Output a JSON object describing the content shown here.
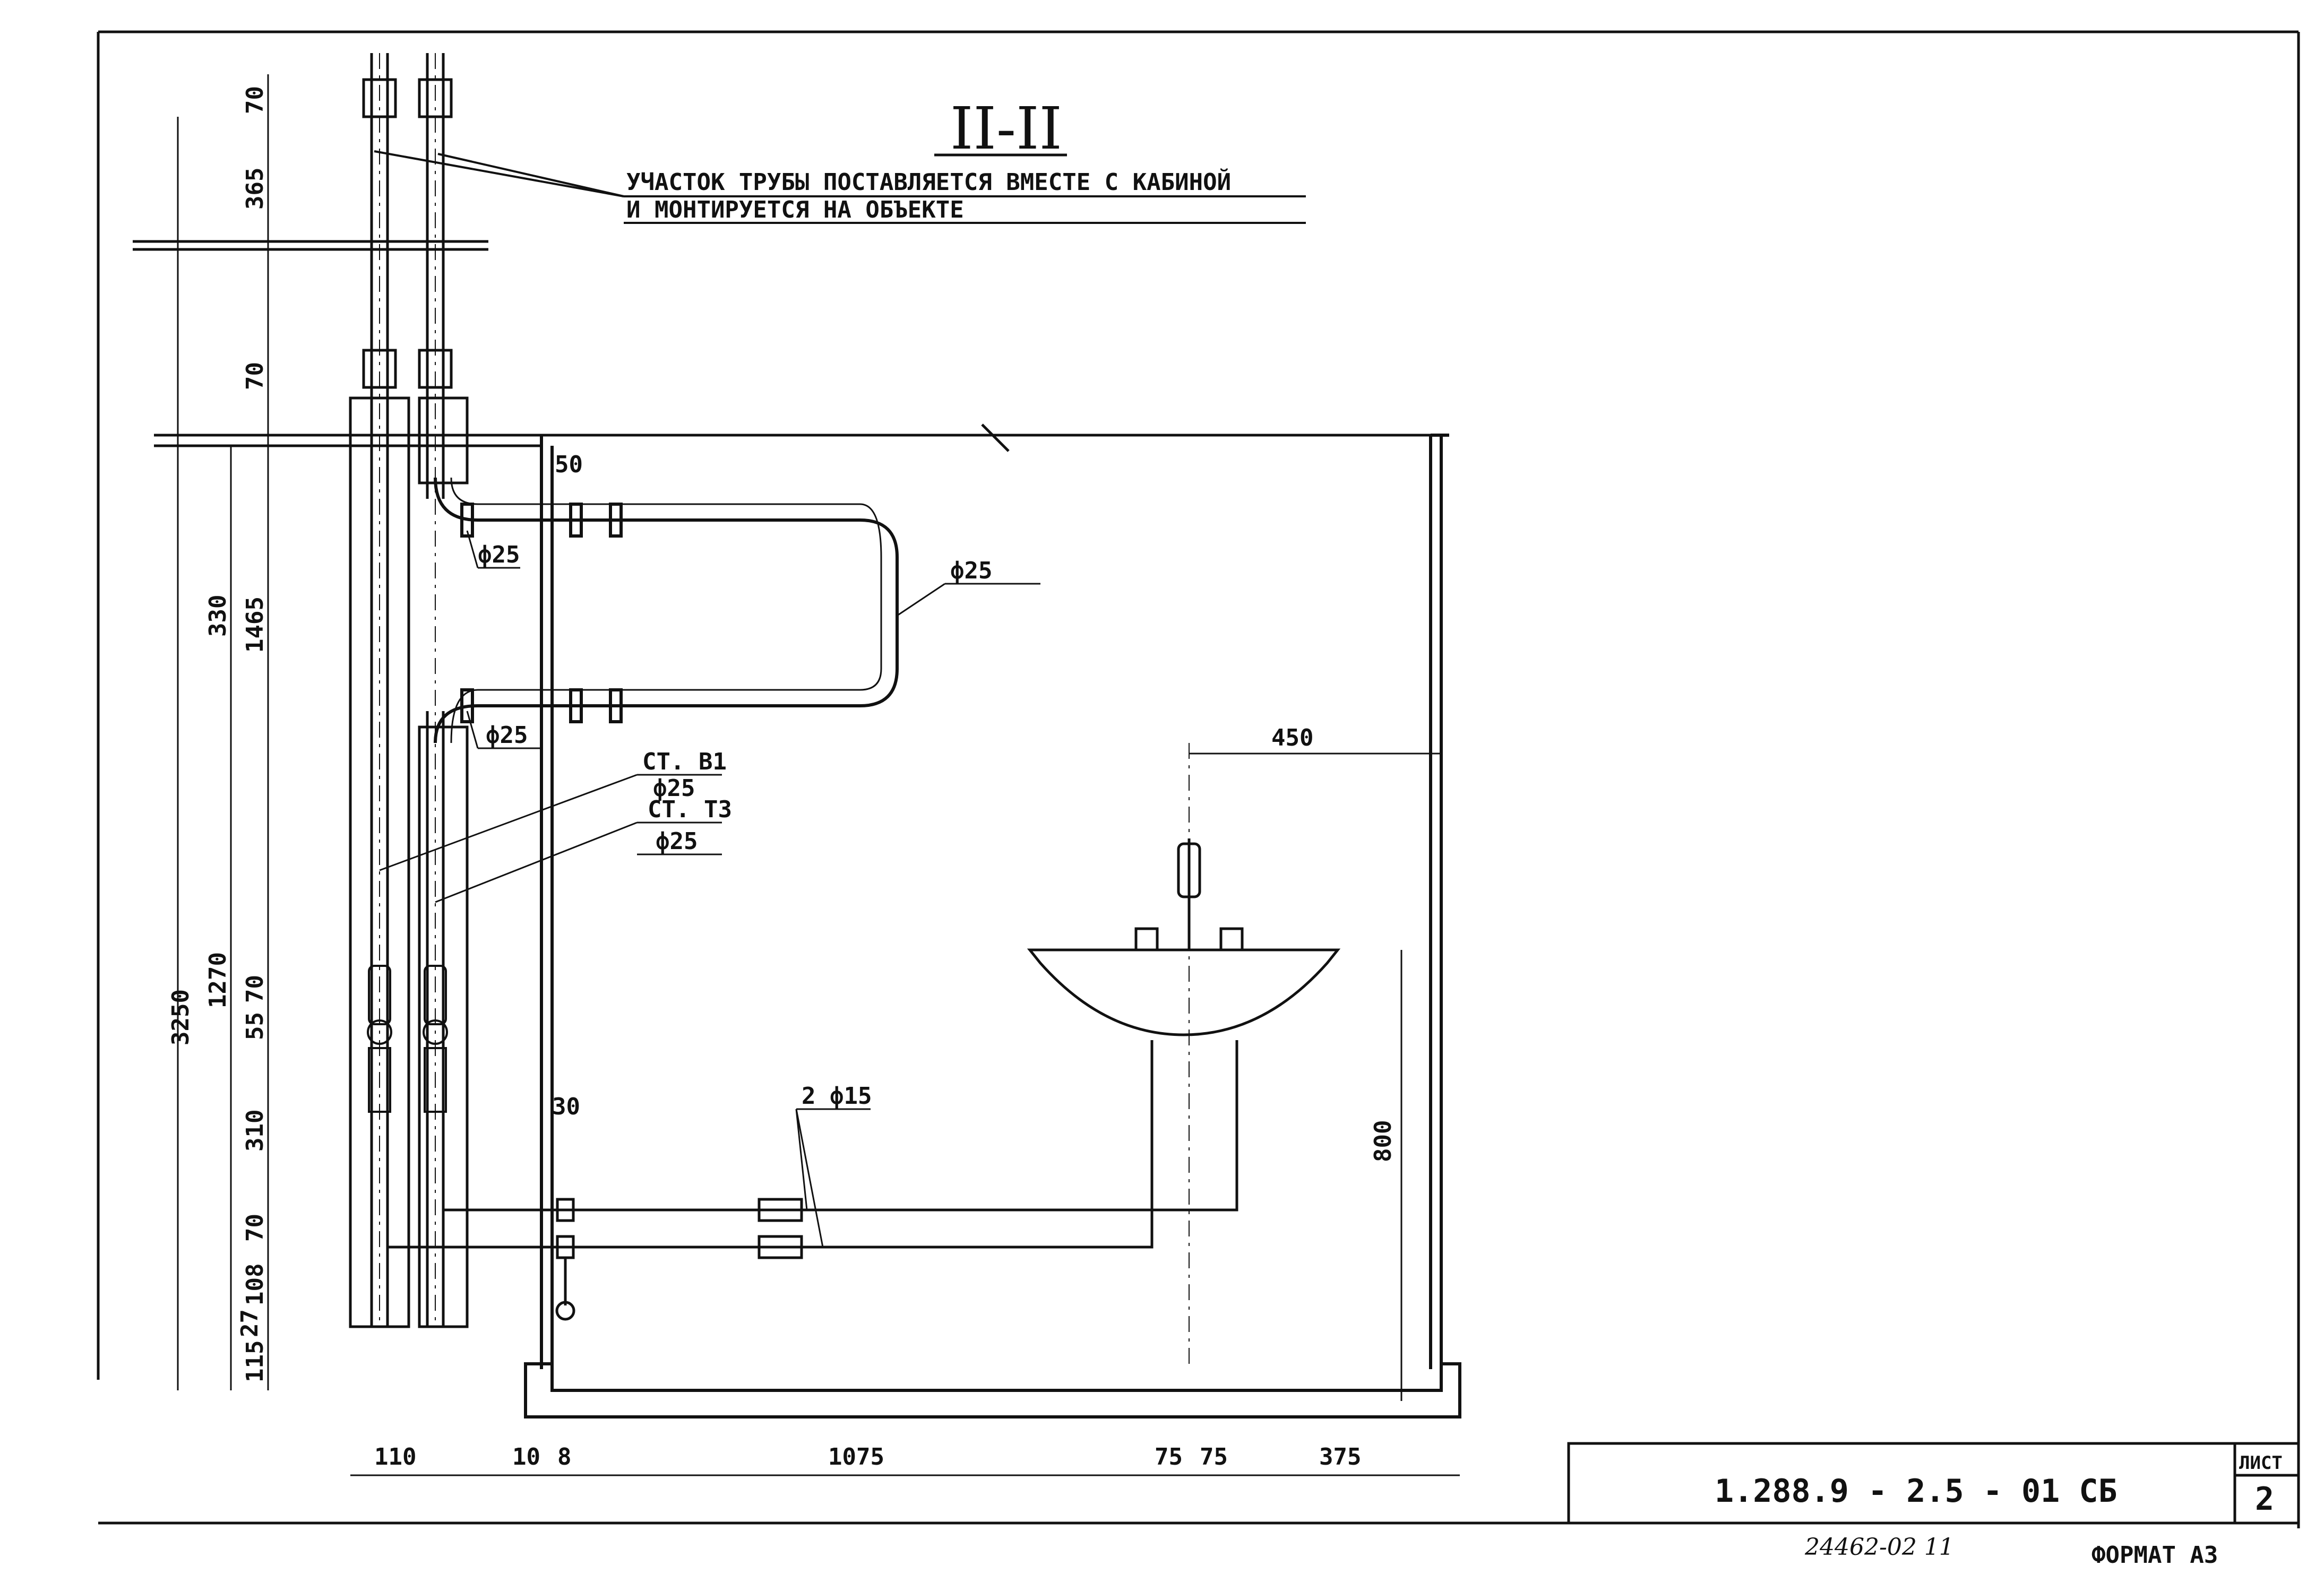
{
  "section_title": "II-II",
  "note": {
    "line1": "УЧАСТОК ТРУБЫ ПОСТАВЛЯЕТСЯ ВМЕСТЕ С КАБИНОЙ",
    "line2": "И МОНТИРУЕТСЯ НА ОБЪЕКТЕ"
  },
  "pipe_labels": {
    "phi25_a": "ф25",
    "phi25_b": "ф25",
    "phi25_loop": "ф25",
    "st_b1": "СТ. В1",
    "st_b1_dia": "ф25",
    "st_t3": "СТ. Т3",
    "st_t3_dia": "ф25",
    "two_phi15": "2 ф15"
  },
  "dimensions": {
    "left": [
      "70",
      "365",
      "70",
      "330",
      "1465",
      "3250",
      "1270",
      "55",
      "70",
      "310",
      "70",
      "108",
      "27",
      "115"
    ],
    "top_50": "50",
    "v_30": "30",
    "d_450": "450",
    "d_800": "800",
    "bottom": [
      "110",
      "10",
      "8",
      "1075",
      "75",
      "75",
      "375"
    ]
  },
  "title_block": {
    "code": "1.288.9 - 2.5 - 01   СБ",
    "sheet_label": "ЛИСТ",
    "sheet_number": "2"
  },
  "footer": {
    "inventory": "24462-02  11",
    "format": "ФОРМАТ А3"
  }
}
